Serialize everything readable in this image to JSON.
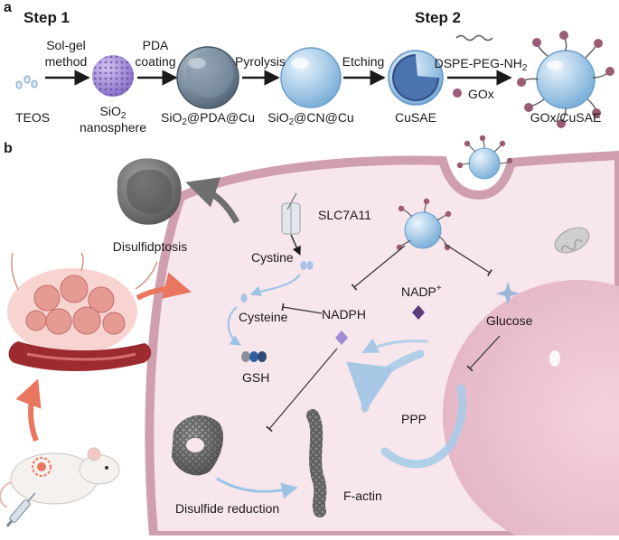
{
  "panel_a": {
    "label": "a",
    "step1": "Step 1",
    "step2": "Step 2",
    "teos": "TEOS",
    "solgel": [
      "Sol-gel",
      "method"
    ],
    "sio2_main": "SiO",
    "sio2_sub": "2",
    "nanosphere": "nanosphere",
    "pda_coating": [
      "PDA",
      "coating"
    ],
    "sio2_pda_main": "SiO",
    "sio2_pda_sub": "2",
    "sio2_pda_rest": "@PDA@Cu",
    "pyrolysis": "Pyrolysis",
    "sio2_cn_main": "SiO",
    "sio2_cn_sub": "2",
    "sio2_cn_rest": "@CN@Cu",
    "etching": "Etching",
    "cusae": "CuSAE",
    "dspe_main": "DSPE-PEG-NH",
    "dspe_sub": "2",
    "gox": "GOx",
    "gox_cusae": "GOx/CuSAE"
  },
  "panel_b": {
    "label": "b",
    "disulfidptosis": "Disulfidptosis",
    "slc7a11": "SLC7A11",
    "cystine": "Cystine",
    "cysteine": "Cysteine",
    "gsh": "GSH",
    "nadph": "NADPH",
    "nadp_main": "NADP",
    "nadp_sup": "+",
    "glucose": "Glucose",
    "ppp": "PPP",
    "disulfide_reduction": "Disulfide reduction",
    "f_actin": "F-actin"
  },
  "colors": {
    "cell_fill": "#f7e6ec",
    "cell_membrane": "#cf9fb0",
    "nucleus": "#ecc6d2",
    "nanoparticle": "#a9cce8",
    "ligand_head": "#9a5b74",
    "flow_arrow": "#9cc3e4",
    "tumor_arrow": "#e9765e",
    "nanosphere_purple": "#a791d6"
  }
}
